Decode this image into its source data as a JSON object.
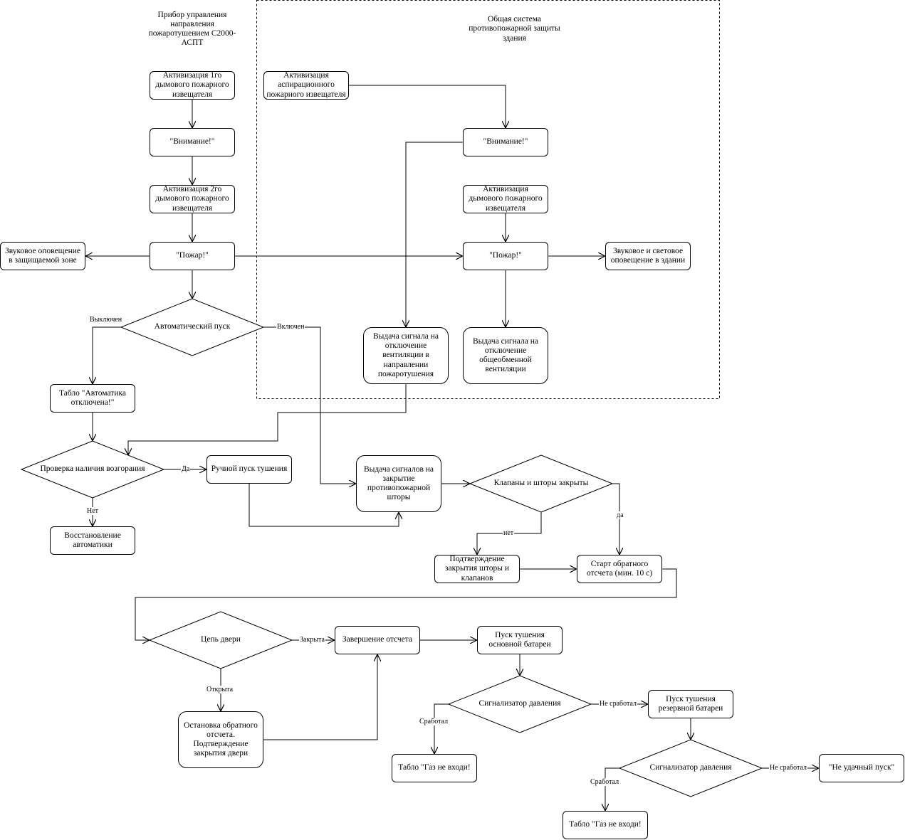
{
  "headers": {
    "left": "Прибор управления направления пожаротушением С2000-АСПТ",
    "right": "Общая система противопожарной защиты здания"
  },
  "nodes": {
    "act1": "Активизация 1го дымового пожарного извещателя",
    "attn_left": "\"Внимание!\"",
    "act2": "Активизация 2го дымового пожарного извещателя",
    "fire_left": "\"Пожар!\"",
    "sound_zone": "Звуковое оповещение в защищаемой зоне",
    "auto_start": "Автоматический пуск",
    "tablo_auto_off": "Табло \"Автоматика отключена!\"",
    "check_fire": "Проверка наличия возгорания",
    "manual_start": "Ручной пуск тушения",
    "restore_auto": "Восстановление автоматики",
    "asp_act": "Активизация аспирационного пожарного извещателя",
    "attn_right": "\"Внимание!\"",
    "act_right": "Активизация дымового пожарного извещателя",
    "fire_right": "\"Пожар!\"",
    "sound_light": "Звуковое и световое оповещение в здании",
    "vent_dir": "Выдача сигнала на отключение вентиляции в направлении пожаротушения",
    "vent_gen": "Выдача сигнала на отключение общеобменной вентиляции",
    "curtain_signal": "Выдача сигналов на закрытие противопожарной шторы",
    "valves_closed": "Клапаны и шторы закрыты",
    "confirm_curtain": "Подтверждение закрытия шторы и клапанов",
    "countdown": "Старт обратного отсчета (мин. 10 с)",
    "door_chain": "Цепь двери",
    "countdown_end": "Завершение отсчета",
    "main_battery": "Пуск тушения основной батареи",
    "stop_countdown": "Остановка обратного отсчета. Подтверждение закрытия двери",
    "pressure1": "Сигнализатор давления",
    "reserve_battery": "Пуск тушения резервной батареи",
    "tablo_gas1": "Табло \"Газ не входи!",
    "pressure2": "Сигнализатор давления",
    "failed_start": "\"Не удачный пуск\"",
    "tablo_gas2": "Табло \"Газ не входи!"
  },
  "edge_labels": {
    "off": "Выключен",
    "on": "Включен",
    "yes": "Да",
    "no": "Нет",
    "net": "нет",
    "da": "да",
    "closed": "Закрыта",
    "opened": "Открыта",
    "triggered1": "Сработал",
    "not_triggered1": "Не сработал",
    "triggered2": "Сработал",
    "not_triggered2": "Не сработал"
  }
}
